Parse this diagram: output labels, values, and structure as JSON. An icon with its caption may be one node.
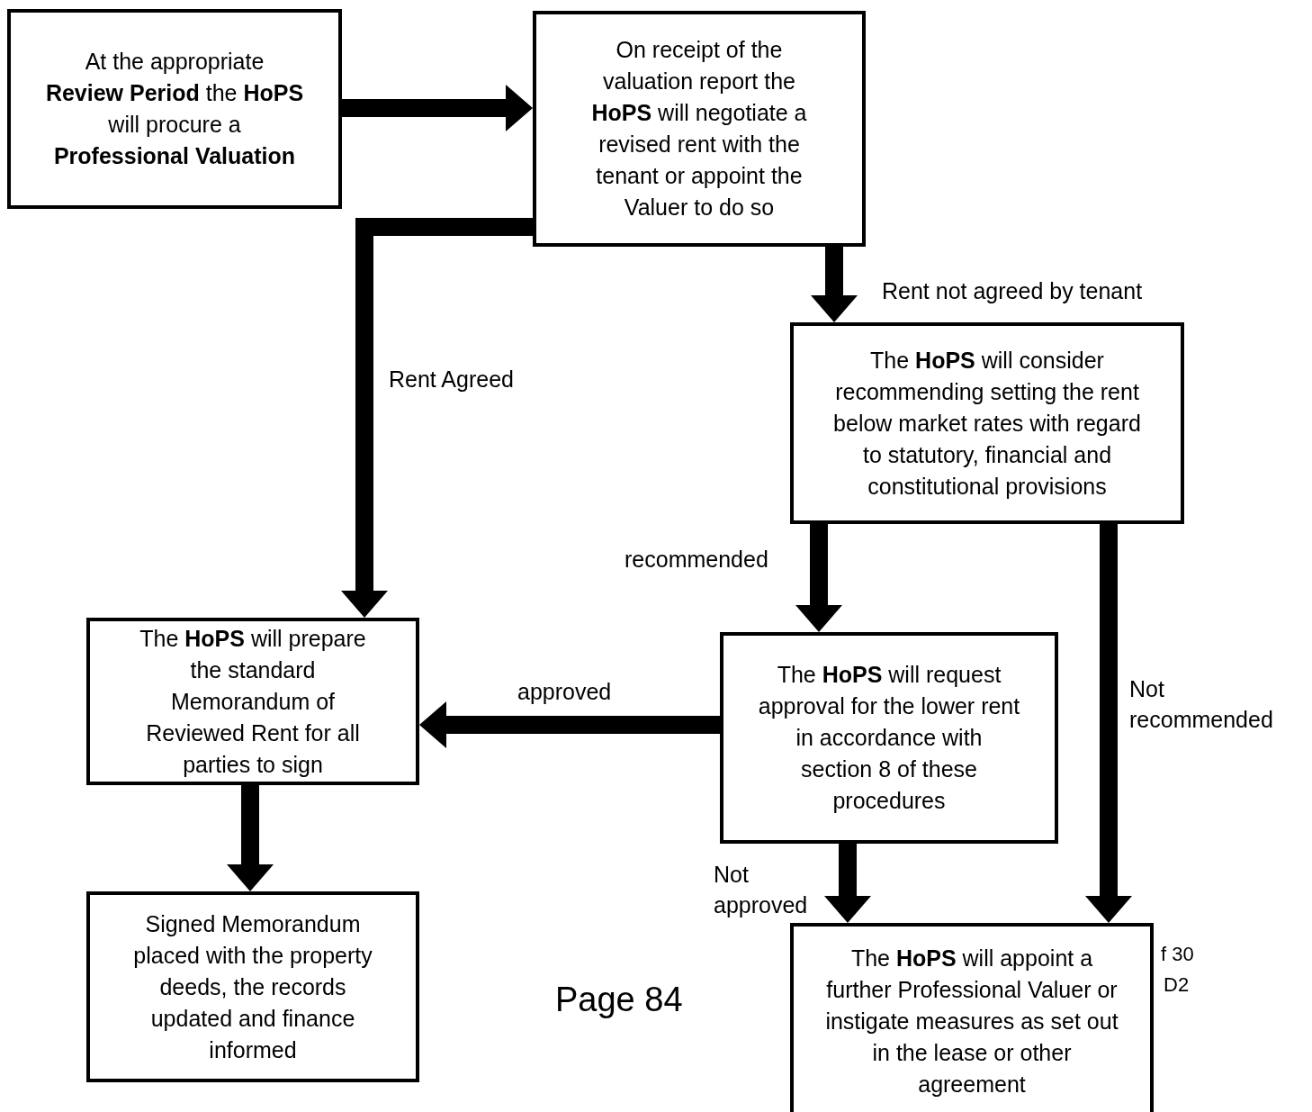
{
  "diagram": {
    "nodes": [
      {
        "text": [
          "At the appropriate **Review Period** the **HoPS** will procure a **Professional Valuation**"
        ]
      },
      {
        "text": [
          "On receipt of the valuation report the **HoPS** will negotiate a revised rent with the tenant or appoint the Valuer to do so"
        ]
      },
      {
        "text": [
          "The **HoPS** will consider recommending setting the rent below market rates with regard to statutory, financial and constitutional provisions"
        ]
      },
      {
        "text": [
          "The **HoPS** will prepare the standard Memorandum of Reviewed Rent for all parties to sign"
        ]
      },
      {
        "text": [
          "The **HoPS** will request approval for the lower rent in accordance with section 8 of these procedures"
        ]
      },
      {
        "text": [
          "Signed Memorandum placed with the property deeds, the records updated and finance informed"
        ]
      },
      {
        "text": [
          "The **HoPS** will appoint a further Professional Valuer or instigate measures as set out in the lease or other agreement"
        ]
      }
    ],
    "edges": [
      {
        "from": 0,
        "to": 1,
        "arrow": "to"
      },
      {
        "from": 1,
        "to": 3,
        "arrow": "to",
        "label": "Rent Agreed"
      },
      {
        "from": 1,
        "to": 2,
        "arrow": "to",
        "label": "Rent not agreed by tenant"
      },
      {
        "from": 2,
        "to": 4,
        "arrow": "to",
        "label": "recommended"
      },
      {
        "from": 2,
        "to": 6,
        "arrow": "to",
        "label": "Not recommended"
      },
      {
        "from": 4,
        "to": 3,
        "arrow": "to",
        "label": "approved"
      },
      {
        "from": 3,
        "to": 5,
        "arrow": "to"
      },
      {
        "from": 4,
        "to": 6,
        "arrow": "to",
        "label": "Not approved"
      }
    ],
    "labels": [
      "Page 84",
      "f 30",
      "D2"
    ]
  }
}
